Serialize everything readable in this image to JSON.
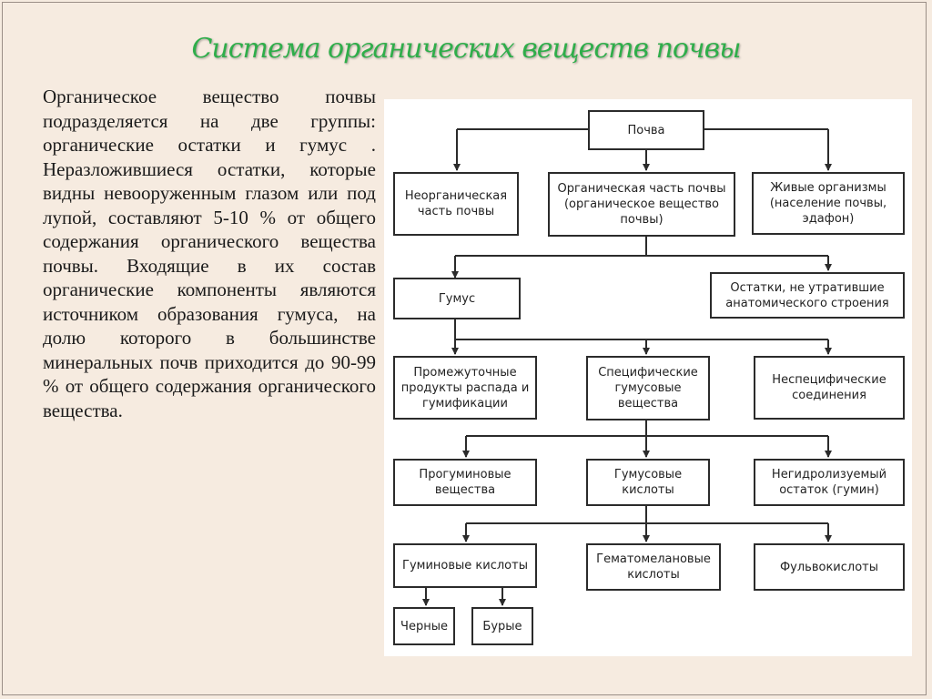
{
  "title": "Система органических веществ почвы",
  "paragraph": "Органическое вещество почвы подразделяется на две группы: органические остатки и гумус . Неразложившиеся остатки, которые видны невооруженным глазом или под лупой, составляют 5-10 % от общего содержания органического вещества почвы. Входящие в их состав органические компоненты являются источником образования гумуса, на долю которого в большинстве минеральных почв приходится до 90-99 % от общего содержания органического вещества.",
  "diagram": {
    "soil": "Почва",
    "inorganic_part": "Неорганическая часть почвы",
    "organic_part": "Органическая часть почвы (органическое вещество почвы)",
    "living_organisms": "Живые организмы (население почвы, эдафон)",
    "humus": "Гумус",
    "residues": "Остатки, не утратившие анатомического строения",
    "intermediate_products": "Промежуточные продукты распада и гумификации",
    "specific_humus": "Специфические гумусовые вещества",
    "nonspecific": "Неспецифические соединения",
    "prohumic": "Прогуминовые вещества",
    "humus_acids": "Гумусовые кислоты",
    "nonhydrolyzable": "Негидролизуемый остаток (гумин)",
    "humic_acids": "Гуминовые кислоты",
    "hymatomelanic": "Гематомелановые кислоты",
    "fulvic": "Фульвокислоты",
    "black": "Черные",
    "brown": "Бурые"
  }
}
